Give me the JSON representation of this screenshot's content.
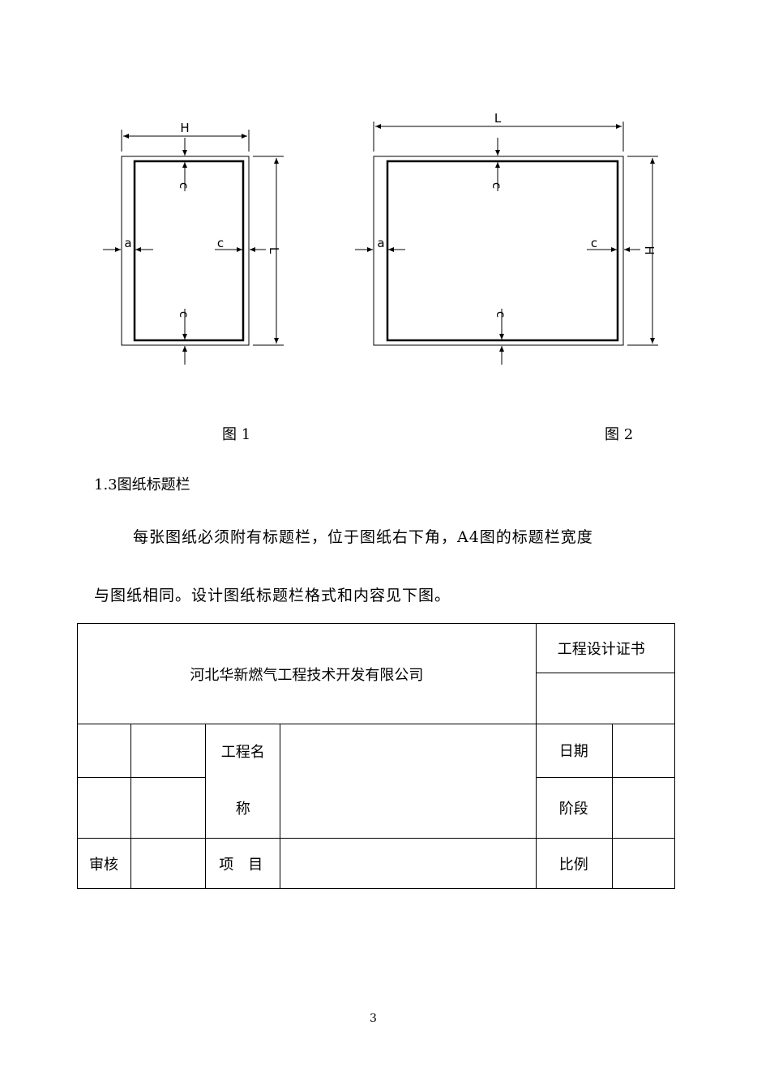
{
  "figures": {
    "fig1": {
      "caption": "图 1",
      "labels": {
        "width": "H",
        "height": "L",
        "margin_left": "a",
        "margin_others": "c"
      }
    },
    "fig2": {
      "caption": "图 2",
      "labels": {
        "width": "L",
        "height": "H",
        "margin_left": "a",
        "margin_others": "c"
      }
    }
  },
  "section": {
    "heading": "1.3图纸标题栏",
    "paragraph_line1": "每张图纸必须附有标题栏，位于图纸右下角，A4图的标题栏宽度",
    "paragraph_line2": "与图纸相同。设计图纸标题栏格式和内容见下图。"
  },
  "title_block": {
    "company": "河北华新燃气工程技术开发有限公司",
    "certificate": "工程设计证书",
    "project_name_line1": "工程名",
    "project_name_line2": "称",
    "date": "日期",
    "stage": "阶段",
    "review": "审核",
    "item": "项　目",
    "scale": "比例"
  },
  "page_number": "3"
}
